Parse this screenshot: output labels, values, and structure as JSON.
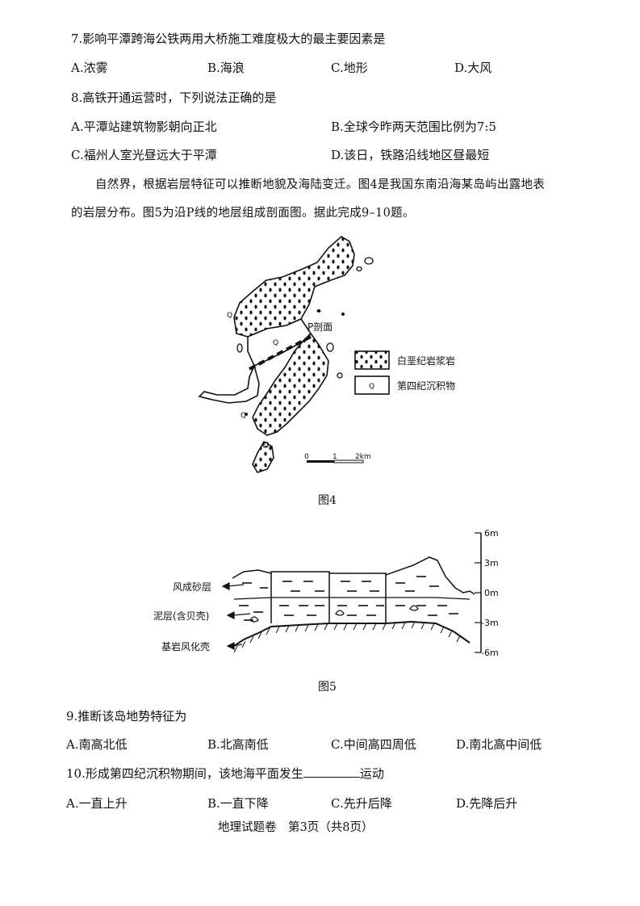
{
  "q7": {
    "stem": "7.影响平潭跨海公铁两用大桥施工难度极大的最主要因素是",
    "options": [
      "A.浓雾",
      "B.海浪",
      "C.地形",
      "D.大风"
    ]
  },
  "q8": {
    "stem": "8.高铁开通运营时，下列说法正确的是",
    "options": [
      "A.平潭站建筑物影朝向正北",
      "B.全球今昨两天范围比例为7:5",
      "C.福州人室光昼远大于平潭",
      "D.该日，铁路沿线地区昼最短"
    ]
  },
  "intro": {
    "line1": "自然界，根据岩层特征可以推断地貌及海陆变迁。图4是我国东南沿海某岛屿出露地表",
    "line2": "的岩层分布。图5为沿P线的地层组成剖面图。据此完成9–10题。"
  },
  "fig4": {
    "caption": "图4",
    "profile_label": "P剖面",
    "q_symbol": "Q",
    "legend": [
      "白垩纪岩浆岩",
      "第四纪沉积物"
    ],
    "scale": [
      "0",
      "1",
      "2km"
    ]
  },
  "fig5": {
    "caption": "图5",
    "layers": [
      "风成砂层",
      "泥层(含贝壳)",
      "基岩风化壳"
    ],
    "ticks": [
      "6m",
      "3m",
      "0m",
      "-3m",
      "-6m"
    ]
  },
  "q9": {
    "stem": "9.推断该岛地势特征为",
    "options": [
      "A.南高北低",
      "B.北高南低",
      "C.中间高四周低",
      "D.南北高中间低"
    ]
  },
  "q10": {
    "stem_before": "10.形成第四纪沉积物期间，该地海平面发生",
    "stem_after": "运动",
    "options": [
      "A.一直上升",
      "B.一直下降",
      "C.先升后降",
      "D.先降后升"
    ]
  },
  "footer": "地理试题卷　第3页（共8页）"
}
